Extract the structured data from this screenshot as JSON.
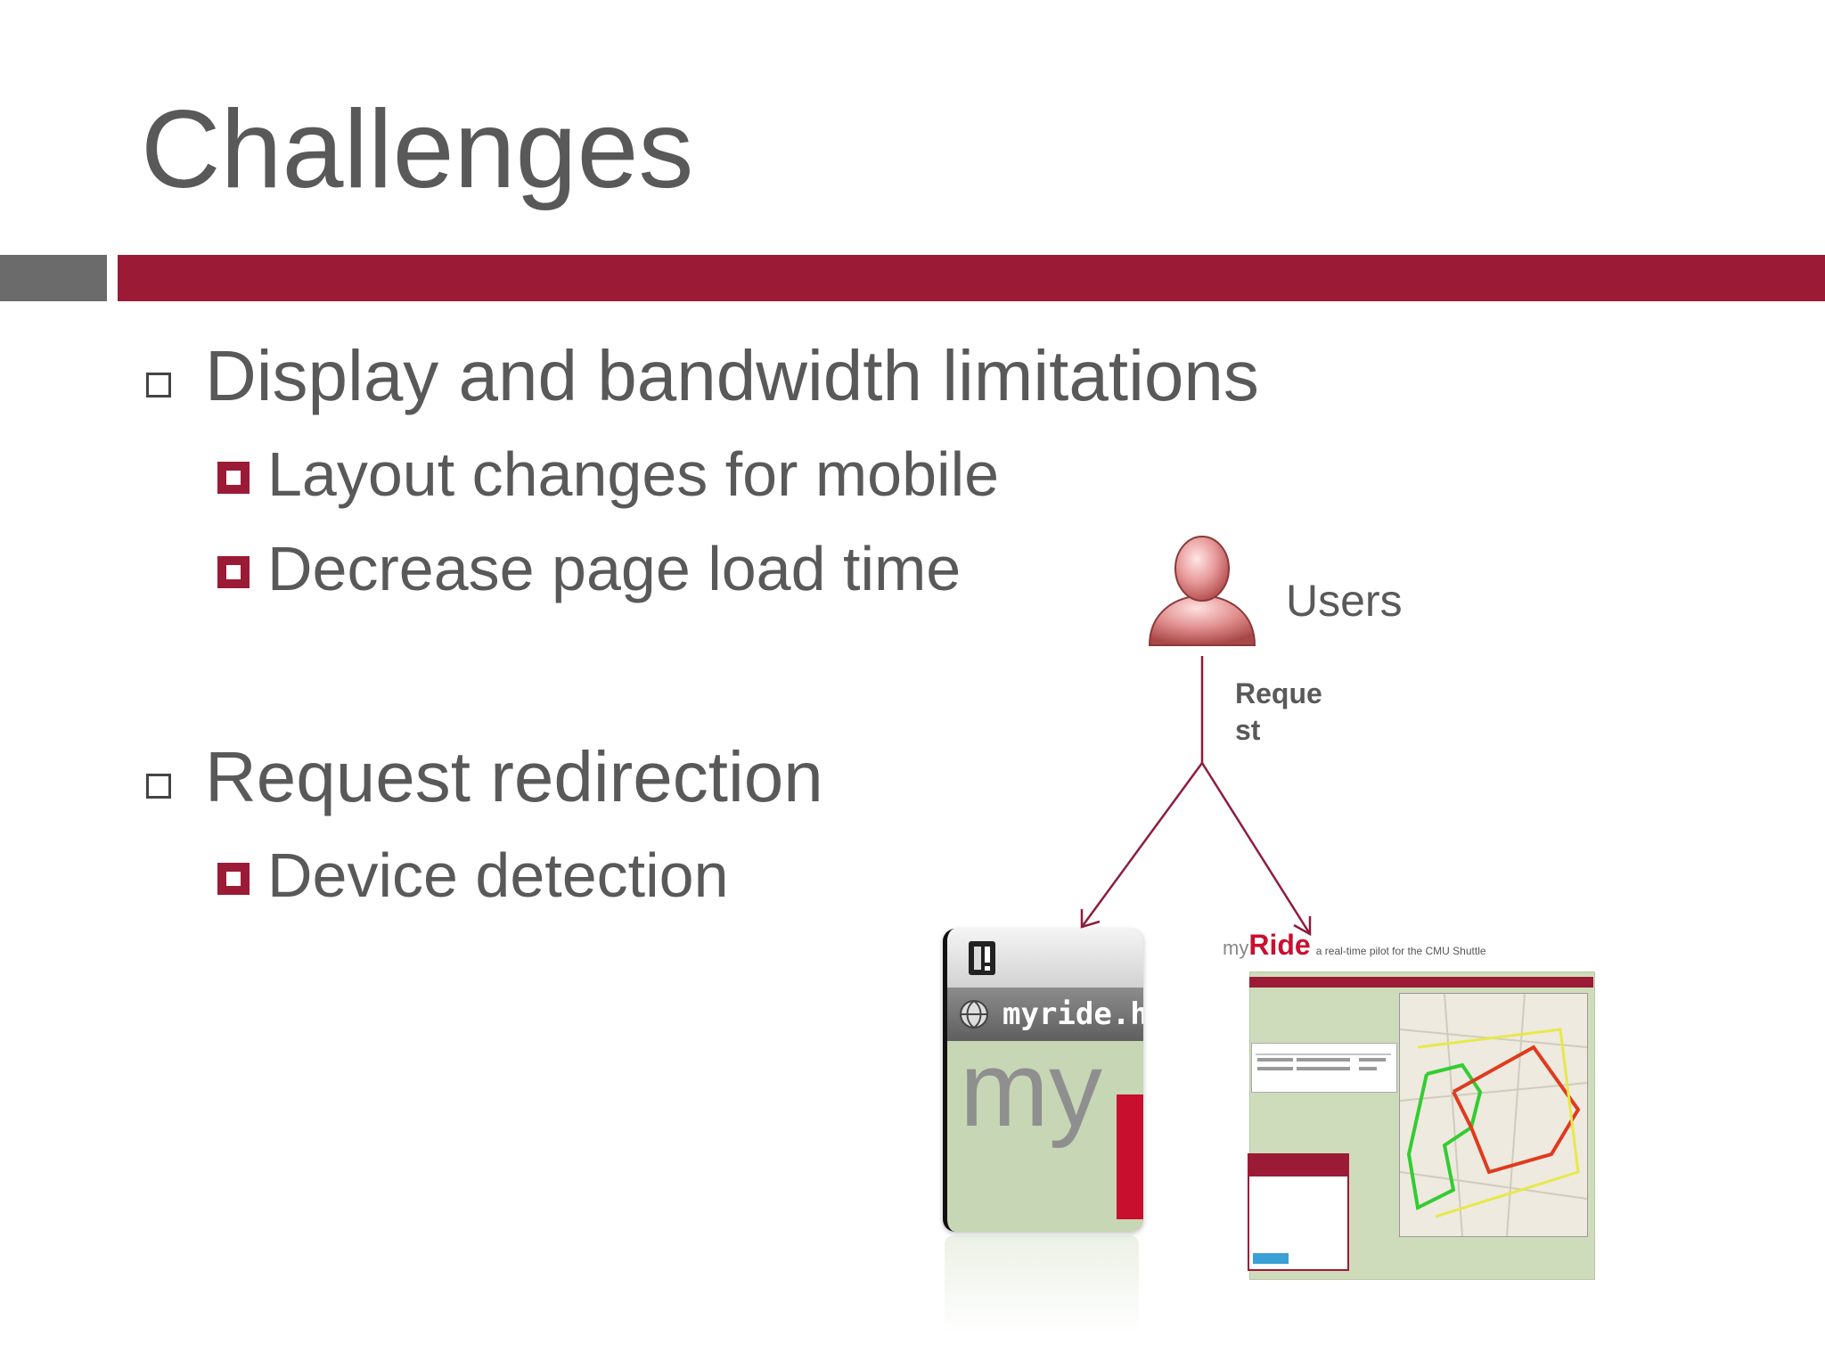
{
  "slide": {
    "title": "Challenges",
    "bullets": [
      {
        "text": "Display and bandwidth limitations",
        "sub": [
          "Layout changes for mobile",
          "Decrease page load time"
        ]
      },
      {
        "text": "Request redirection",
        "sub": [
          "Device detection"
        ]
      }
    ]
  },
  "diagram": {
    "users_label": "Users",
    "request_label_line1": "Reque",
    "request_label_line2": "st",
    "mobile_url": "myride.hei",
    "site_brand_my": "my",
    "site_brand_ride": "Ride",
    "site_tagline": "a real-time pilot for the CMU Shuttle"
  },
  "colors": {
    "accent": "#9b1b36",
    "text": "#595959",
    "gray_bar": "#6b6b6b"
  }
}
